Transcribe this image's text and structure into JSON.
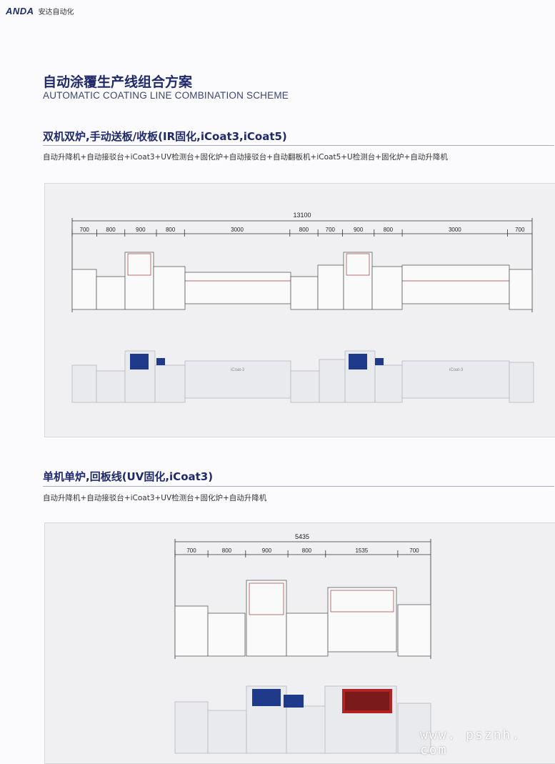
{
  "header": {
    "logo_mark": "ANDA",
    "logo_text": "安达自动化"
  },
  "title": {
    "cn": "自动涂覆生产线组合方案",
    "en": "AUTOMATIC COATING LINE COMBINATION SCHEME"
  },
  "section1": {
    "title": "双机双炉,手动送板/收板(IR固化,iCoat3,iCoat5)",
    "subtitle": "自动升降机+自动接驳台+iCoat3+UV检测台+固化炉+自动接驳台+自动翻板机+iCoat5+U检测台+固化炉+自动升降机",
    "total": "13100",
    "dims": [
      "700",
      "800",
      "900",
      "800",
      "3000",
      "800",
      "700",
      "900",
      "800",
      "3000",
      "700"
    ],
    "machine_labels": [
      "iCoat-3",
      "iCoat-3"
    ]
  },
  "section2": {
    "title": "单机单炉,回板线(UV固化,iCoat3)",
    "subtitle": "自动升降机+自动接驳台+iCoat3+UV检测台+固化炉+自动升降机",
    "total": "5435",
    "dims": [
      "700",
      "800",
      "900",
      "800",
      "1535",
      "700"
    ]
  },
  "watermark": "www. psznh. com",
  "colors": {
    "heading": "#1f2a6a",
    "frame_red": "#9b3a3a",
    "panel_bg": "#f0f0f3",
    "machine_white": "#e9eaee",
    "screen_blue": "#1f3a8a"
  }
}
